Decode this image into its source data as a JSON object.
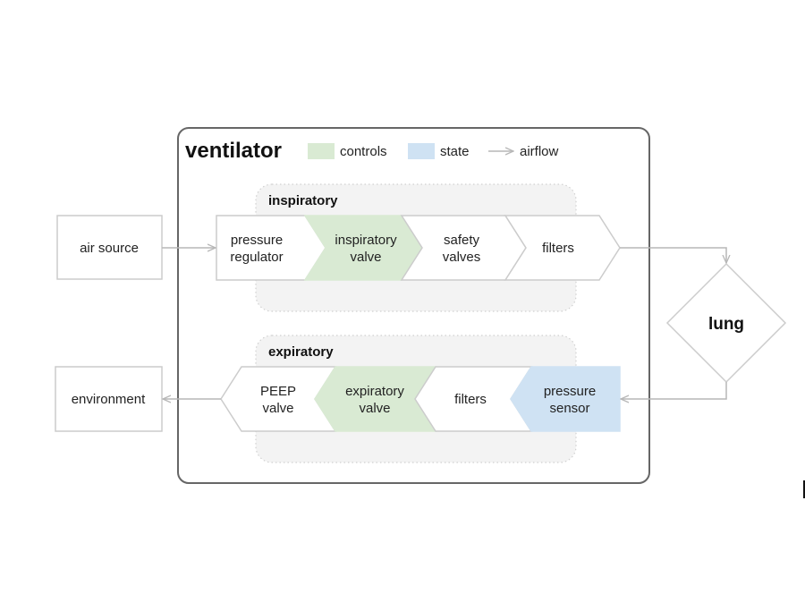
{
  "title": "ventilator",
  "legend": {
    "controls": {
      "label": "controls",
      "color": "#d9ead3"
    },
    "state": {
      "label": "state",
      "color": "#cfe2f3"
    },
    "airflow": {
      "label": "airflow"
    }
  },
  "colors": {
    "stroke": "#cccccc",
    "border": "#666666",
    "group_fill": "#f3f3f3",
    "arrow": "#b7b7b7"
  },
  "external": {
    "air_source": "air source",
    "environment": "environment",
    "lung": "lung"
  },
  "inspiratory": {
    "title": "inspiratory",
    "stages": [
      {
        "line1": "pressure",
        "line2": "regulator",
        "kind": "none"
      },
      {
        "line1": "inspiratory",
        "line2": "valve",
        "kind": "controls"
      },
      {
        "line1": "safety",
        "line2": "valves",
        "kind": "none"
      },
      {
        "line1": "filters",
        "line2": "",
        "kind": "none"
      }
    ]
  },
  "expiratory": {
    "title": "expiratory",
    "stages": [
      {
        "line1": "PEEP",
        "line2": "valve",
        "kind": "none"
      },
      {
        "line1": "expiratory",
        "line2": "valve",
        "kind": "controls"
      },
      {
        "line1": "filters",
        "line2": "",
        "kind": "none"
      },
      {
        "line1": "pressure",
        "line2": "sensor",
        "kind": "state"
      }
    ]
  }
}
